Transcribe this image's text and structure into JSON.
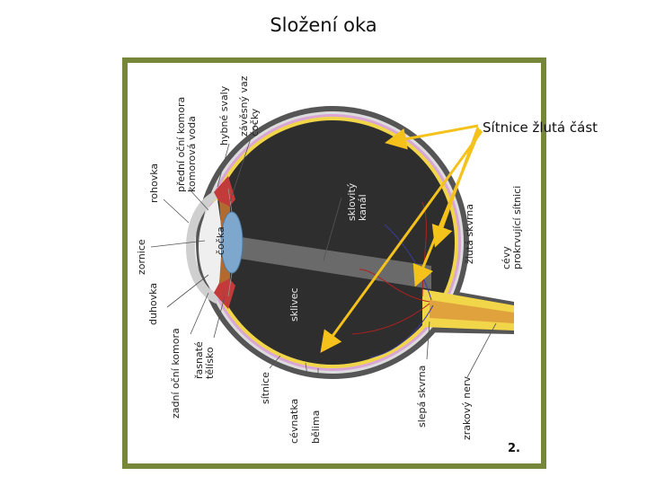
{
  "title": "Složení oka",
  "callout": "Sítnice žlutá část",
  "figure_number": "2.",
  "labels": {
    "rohovka": "rohovka",
    "predni_ocni_komora": "přední oční komora\nkomorová voda",
    "hybne_svaly": "hybné svaly",
    "zavesny_vaz": "závěsný vaz\nčočky",
    "zornice": "zornice",
    "cocka": "čočka",
    "duhovka": "duhovka",
    "zadni_ocni_komora": "zadní oční komora",
    "rasnaté_telisko": "řasnaté\ntělísko",
    "sklovity_kanal": "sklovitý\nkanál",
    "sklivec": "sklivec",
    "zluta_skvrna": "žlutá skvrna",
    "cevy": "cévy\nprokrvující sítnici",
    "sitnice": "sítnice",
    "cevnatka": "cévnatka",
    "belima": "bělima",
    "slepa_skvrna": "slepá skvrna",
    "zrakovy_nerv": "zrakový nerv"
  },
  "colors": {
    "frame": "#77873a",
    "arrow": "#f5c21b",
    "sclera": "#555555",
    "retina_yellow": "#f2d64a",
    "vitreous": "#2e2e2e",
    "lens": "#7da7cc",
    "iris": "#b36a2e",
    "ciliary": "#c23a3a"
  }
}
